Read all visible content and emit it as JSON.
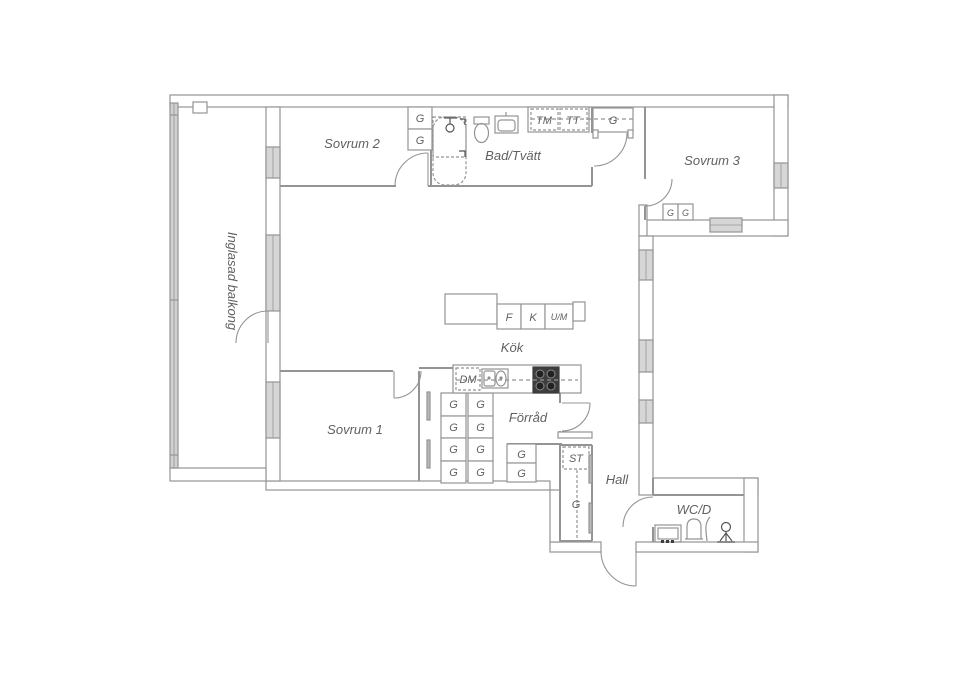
{
  "plan": {
    "labels": {
      "balcony": "Inglasad balkong",
      "bedroom2": "Sovrum 2",
      "bedroom3": "Sovrum 3",
      "bedroom1": "Sovrum 1",
      "bathroom": "Bad/Tvätt",
      "kitchen": "Kök",
      "storage": "Förråd",
      "hall": "Hall",
      "wc": "WC/D",
      "cleaning_closet": "ST",
      "wardrobe": "G",
      "washing_machine": "TM",
      "tumble_dryer": "TT",
      "fridge": "F",
      "freezer": "K",
      "oven_microwave": "U/M",
      "dishwasher": "DM"
    },
    "colors": {
      "wall_line": "#949494",
      "label_text": "#606060",
      "window_fill": "#d6d6d6",
      "stove_dark": "#3d3d3d",
      "background": "#ffffff"
    }
  }
}
